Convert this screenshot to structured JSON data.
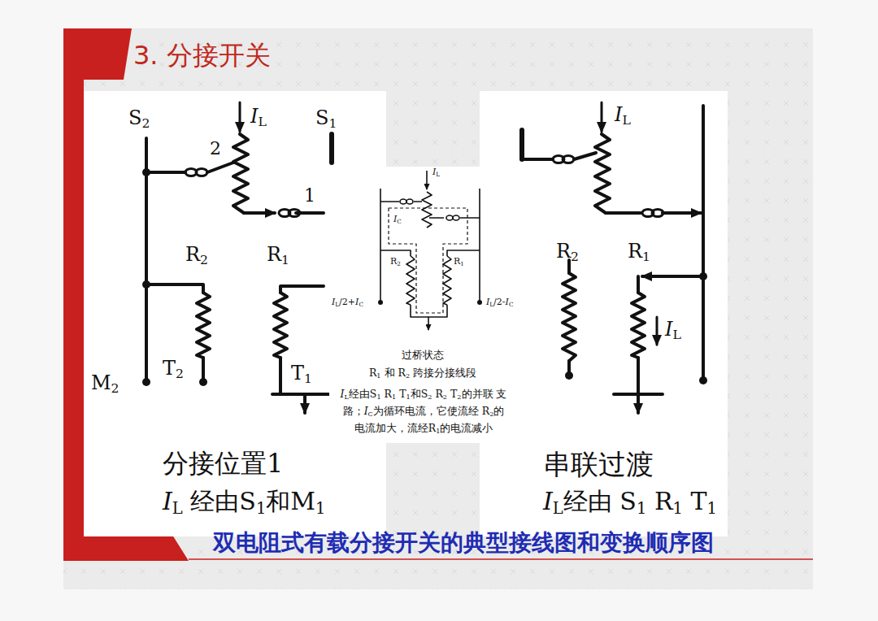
{
  "diagram": {
    "title": "3. 分接开关",
    "caption": "双电阻式有载分接开关的典型接线图和变换顺序图",
    "nodes": [
      {
        "text": [
          "分接位置1",
          "IL 经由S1和M1"
        ]
      },
      {
        "text": [
          "过桥状态",
          "R1 和 R2 跨接分接线段",
          "IL经由S1 R1 T1和S2 R2 T2的并联 支路；IC为循环电流，它使流经 R2的电流加大，流经R1的电流减小"
        ]
      },
      {
        "text": [
          "串联过渡",
          "IL经由 S1 R1 T1"
        ]
      }
    ],
    "labels": [
      "S2",
      "IL",
      "S1",
      "2",
      "1",
      "R2",
      "R1",
      "T2",
      "T1",
      "M2",
      "IL",
      "IC",
      "R2",
      "R1",
      "IL/2+IC",
      "IL/2-IC",
      "IL",
      "R2",
      "R1",
      "IL"
    ]
  }
}
